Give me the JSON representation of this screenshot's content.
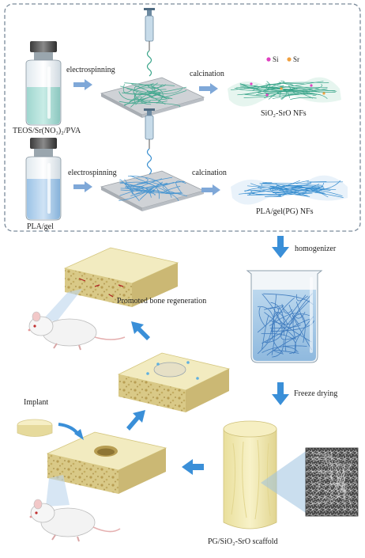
{
  "labels": {
    "teos": "TEOS/Sr(NO₃)₂/PVA",
    "pla_gel": "PLA/gel",
    "electrospinning_1": "electrospinning",
    "electrospinning_2": "electrospinning",
    "calcination_1": "calcination",
    "calcination_2": "calcination",
    "legend_si": "Si",
    "legend_sr": "Sr",
    "sio2_sro_nfs": "SiO₂-SrO  NFs",
    "pla_gel_pg_nfs": "PLA/gel(PG)  NFs",
    "homogenizer": "homogenizer",
    "freeze_drying": "Freeze drying",
    "scaffold": "PG/SiO₂-SrO scaffold",
    "implant": "Implant",
    "promoted": "Promoted bone regeneration"
  },
  "colors": {
    "dash_border": "#7a8a9a",
    "arrow_blue": "#3a8fd8",
    "si_dot": "#e040c0",
    "sr_dot": "#f0a040",
    "fiber_green": "#3aa58a",
    "fiber_blue": "#3a8fd0",
    "sponge": "#efe6b0"
  }
}
